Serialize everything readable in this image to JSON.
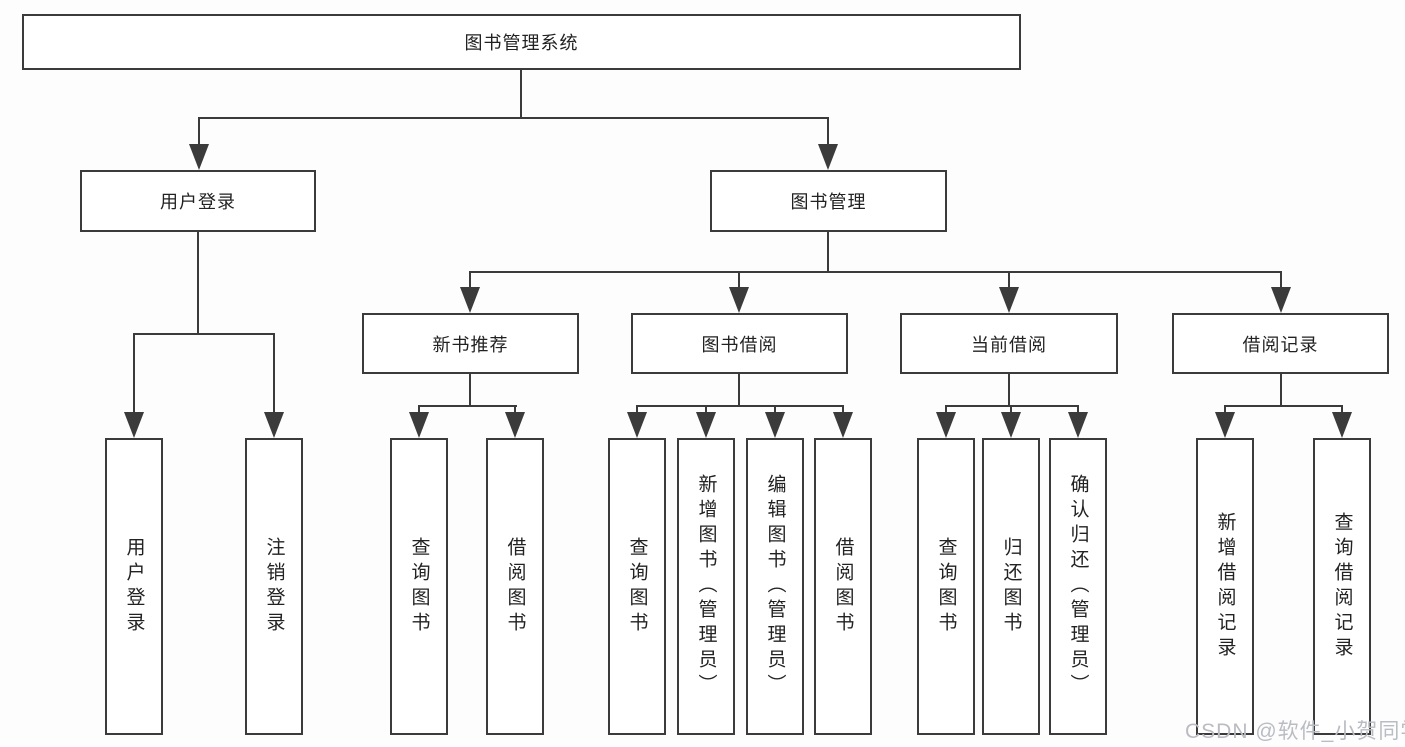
{
  "colors": {
    "line": "#3b3b3b",
    "box_border": "#3b3b3b",
    "text": "#222222",
    "background": "#fdfdfd",
    "watermark": "#b9bdc3"
  },
  "watermark": "CSDN @软件_小贺同学",
  "tree": {
    "root": {
      "label": "图书管理系统"
    },
    "level1": [
      {
        "label": "用户登录"
      },
      {
        "label": "图书管理"
      }
    ],
    "level2": [
      {
        "label": "新书推荐"
      },
      {
        "label": "图书借阅"
      },
      {
        "label": "当前借阅"
      },
      {
        "label": "借阅记录"
      }
    ],
    "leaves": {
      "user": [
        "用户登录",
        "注销登录"
      ],
      "recommend": [
        "查询图书",
        "借阅图书"
      ],
      "borrow": [
        "查询图书",
        "新增图书（管理员）",
        "编辑图书（管理员）",
        "借阅图书"
      ],
      "current": [
        "查询图书",
        "归还图书",
        "确认归还（管理员）"
      ],
      "records": [
        "新增借阅记录",
        "查询借阅记录"
      ]
    }
  }
}
